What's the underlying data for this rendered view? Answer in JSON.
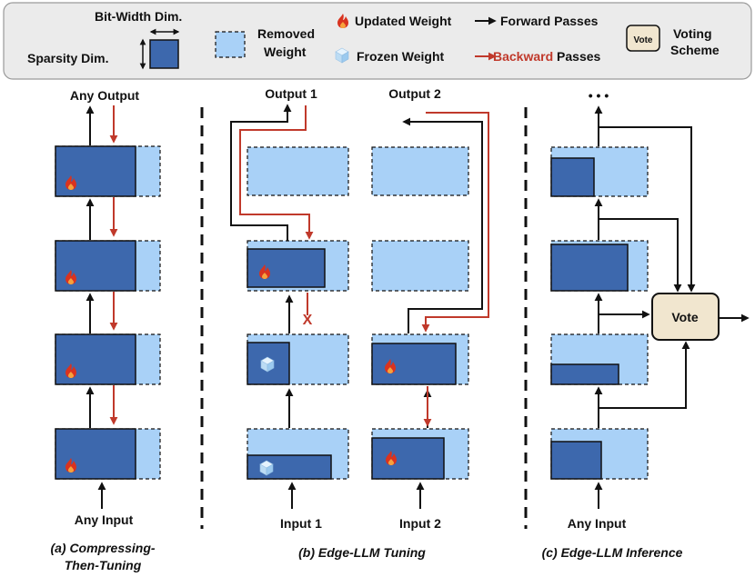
{
  "legend": {
    "bitwidth_label": "Bit-Width Dim.",
    "sparsity_label": "Sparsity Dim.",
    "removed_label_1": "Removed",
    "removed_label_2": "Weight",
    "updated_label": "Updated Weight",
    "frozen_label": "Frozen Weight",
    "forward_label": "Forward Passes",
    "backward_word": "Backward",
    "passes_word": " Passes",
    "vote_box_label": "Vote",
    "voting_label_1": "Voting",
    "voting_label_2": "Scheme"
  },
  "panel_a": {
    "output_label": "Any Output",
    "input_label": "Any Input",
    "caption_1": "(a) Compressing-",
    "caption_2": "Then-Tuning"
  },
  "panel_b": {
    "output1_label": "Output 1",
    "output2_label": "Output 2",
    "input1_label": "Input 1",
    "input2_label": "Input 2",
    "stop_mark": "X",
    "caption": "(b) Edge-LLM Tuning"
  },
  "panel_c": {
    "output_label": "• • •",
    "input_label": "Any Input",
    "vote_label": "Vote",
    "caption": "(c) Edge-LLM Inference"
  },
  "colors": {
    "weight_dark": "#3d68ad",
    "weight_light": "#a9d1f7",
    "backward_red": "#c0392b",
    "vote_fill": "#f1e6cf",
    "legend_bg": "#ebebeb"
  },
  "icons": {
    "updated": "flame-icon",
    "frozen": "ice-cube-icon"
  }
}
